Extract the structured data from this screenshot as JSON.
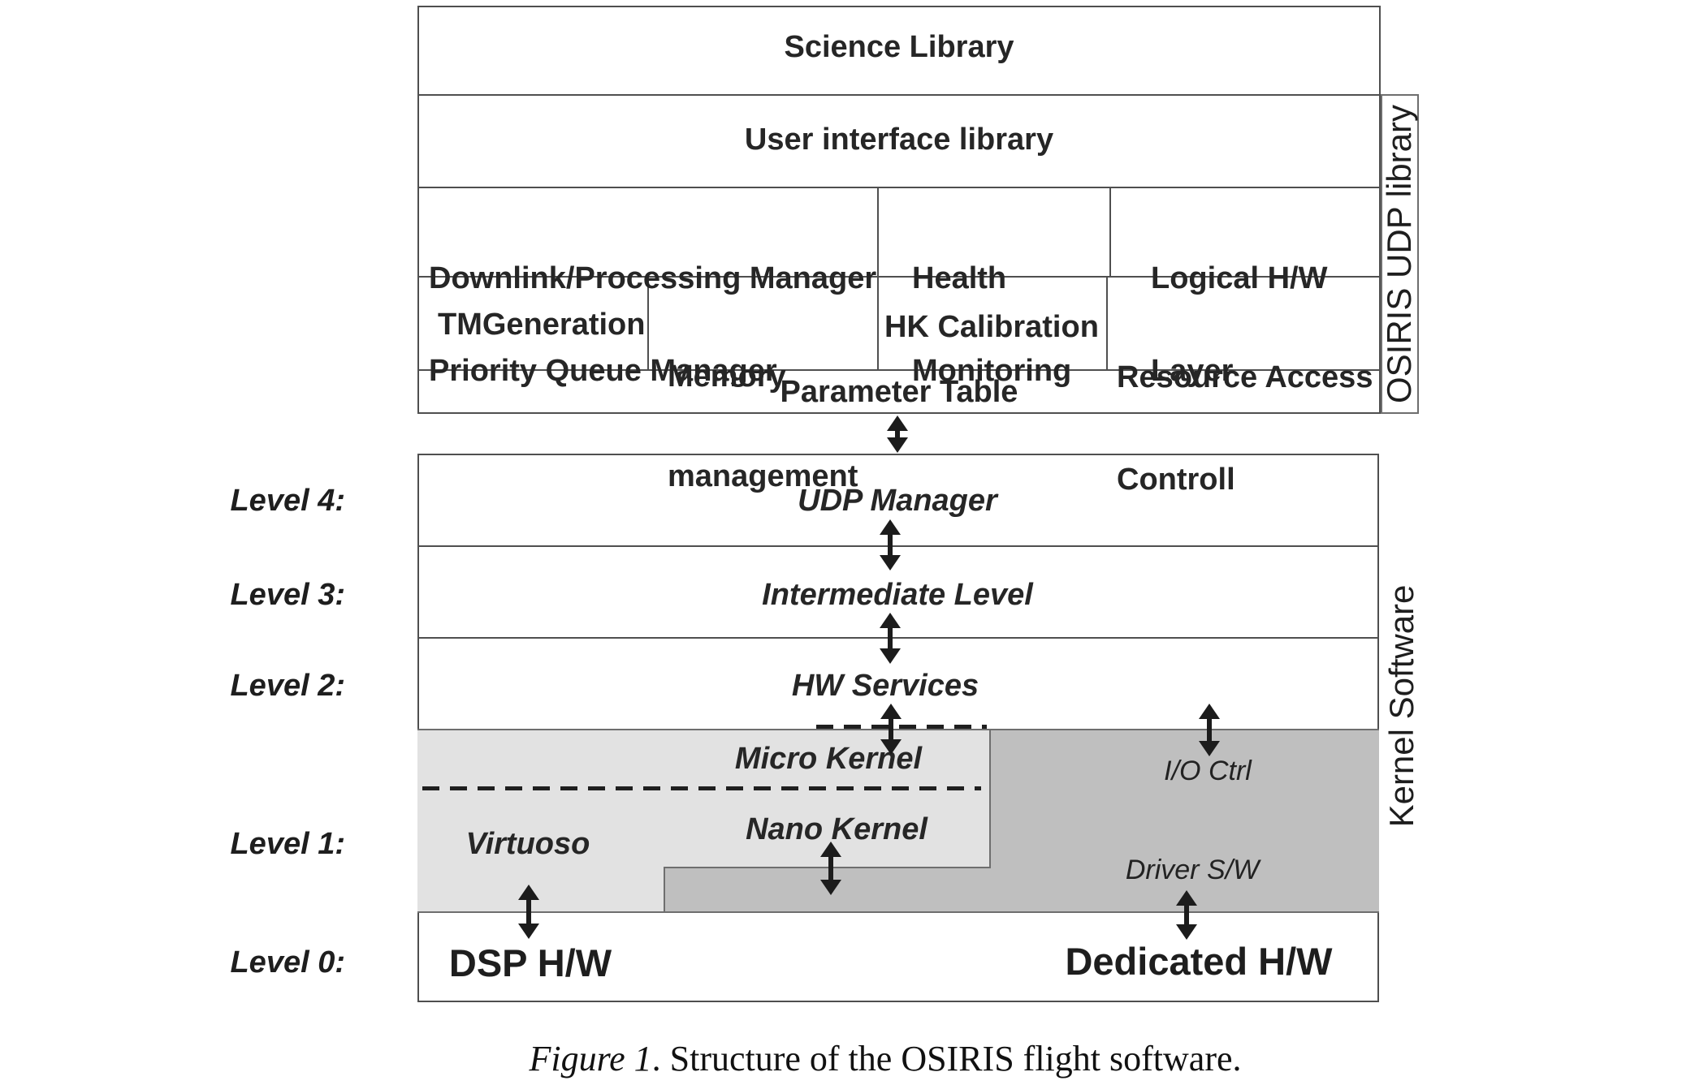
{
  "udp_library": {
    "side_label": "OSIRIS UDP library",
    "science_library": "Science Library",
    "user_interface_library": "User interface library",
    "managers": {
      "line1": "Downlink/Processing Manager",
      "line2": "Priority Queue Manager"
    },
    "health": {
      "line1": "Health",
      "line2": "Monitoring"
    },
    "logical": {
      "line1": "Logical H/W",
      "line2": "Layer"
    },
    "tmgeneration": "TMGeneration",
    "memory": {
      "line1": "Memory",
      "line2": "management"
    },
    "hk_calibration": "HK Calibration",
    "resource": {
      "line1": "Resource Access",
      "line2": "Controll"
    },
    "parameter_table": "Parameter Table"
  },
  "kernel_software": {
    "side_label": "Kernel Software",
    "level_labels": [
      "Level 4:",
      "Level 3:",
      "Level 2:",
      "Level 1:",
      "Level 0:"
    ],
    "level4": "UDP Manager",
    "level3": "Intermediate Level",
    "level2": "HW Services",
    "micro_kernel": "Micro Kernel",
    "nano_kernel": "Nano Kernel",
    "virtuoso": "Virtuoso",
    "io_ctrl": "I/O Ctrl",
    "driver_sw": "Driver S/W",
    "dsp_hw": "DSP H/W",
    "dedicated_hw": "Dedicated H/W"
  },
  "figure": {
    "caption_italic": "Figure 1",
    "caption_rest": ". Structure of the OSIRIS flight software."
  },
  "colors": {
    "light_gray": "#e2e2e2",
    "dark_gray": "#bfbfbf",
    "line": "#4f4f4f",
    "text": "#262626"
  }
}
